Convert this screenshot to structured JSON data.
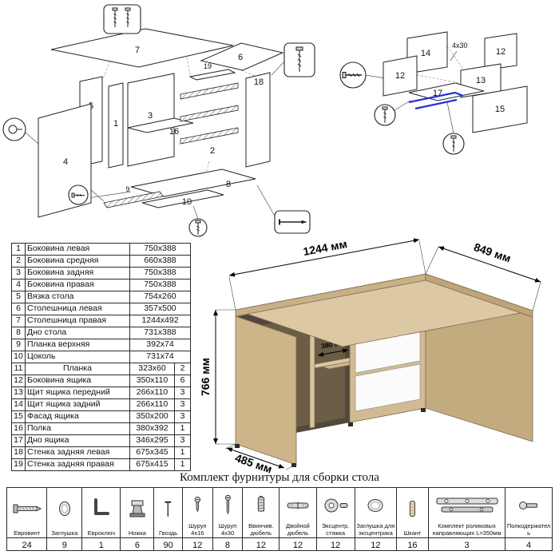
{
  "exploded_left": {
    "labels": {
      "p1": "1",
      "p2": "2",
      "p3": "3",
      "p4": "4",
      "p5": "5",
      "p6": "6",
      "p7": "7",
      "p8": "8",
      "p9": "9",
      "p10": "10",
      "p16": "16",
      "p18": "18",
      "p19": "19"
    }
  },
  "exploded_right": {
    "labels": {
      "p14": "14",
      "p12a": "12",
      "p12b": "12",
      "p13": "13",
      "p17": "17",
      "p15": "15"
    },
    "screw_size": "4x30"
  },
  "parts": {
    "rows": [
      {
        "n": "1",
        "name": "Боковина левая",
        "size": "750x388"
      },
      {
        "n": "2",
        "name": "Боковина средняя",
        "size": "660x388"
      },
      {
        "n": "3",
        "name": "Боковина задняя",
        "size": "750x388"
      },
      {
        "n": "4",
        "name": "Боковина правая",
        "size": "750x388"
      },
      {
        "n": "5",
        "name": "Вязка стола",
        "size": "754x260"
      },
      {
        "n": "6",
        "name": "Столешница левая",
        "size": "357x500"
      },
      {
        "n": "7",
        "name": "Столешница правая",
        "size": "1244x492"
      },
      {
        "n": "8",
        "name": "Дно стола",
        "size": "731x388"
      },
      {
        "n": "9",
        "name": "Планка верхняя",
        "size": "392x74"
      },
      {
        "n": "10",
        "name": "Цоколь",
        "size": "731x74"
      },
      {
        "n": "11",
        "name": "Планка",
        "size": "323x60",
        "qty": "2"
      },
      {
        "n": "12",
        "name": "Боковина ящика",
        "size": "350x110",
        "qty": "6"
      },
      {
        "n": "13",
        "name": "Щит ящика передний",
        "size": "266x110",
        "qty": "3"
      },
      {
        "n": "14",
        "name": "Щит ящика задний",
        "size": "266x110",
        "qty": "3"
      },
      {
        "n": "15",
        "name": "Фасад ящика",
        "size": "350x200",
        "qty": "3"
      },
      {
        "n": "16",
        "name": "Полка",
        "size": "380x392",
        "qty": "1"
      },
      {
        "n": "17",
        "name": "Дно ящика",
        "size": "346x295",
        "qty": "3"
      },
      {
        "n": "18",
        "name": "Стенка задняя левая",
        "size": "675x345",
        "qty": "1"
      },
      {
        "n": "19",
        "name": "Стенка задняя правая",
        "size": "675x415",
        "qty": "1"
      }
    ]
  },
  "desk": {
    "dims": {
      "width": "1244 мм",
      "depth": "849 мм",
      "height": "766 мм",
      "shelf": "380 мм",
      "left_depth": "485 мм"
    }
  },
  "hardware": {
    "title": "Комплект фурнитуры для сборки стола",
    "items": [
      {
        "name": "Евровинт",
        "qty": "24",
        "icon": "confirmat-screw-icon"
      },
      {
        "name": "Заглушка",
        "qty": "9",
        "icon": "cap-icon"
      },
      {
        "name": "Евроключ",
        "qty": "1",
        "icon": "hex-key-icon"
      },
      {
        "name": "Ножка",
        "qty": "6",
        "icon": "leg-icon"
      },
      {
        "name": "Гвоздь",
        "qty": "90",
        "icon": "nail-icon"
      },
      {
        "name": "Шуруп 4x16",
        "qty": "12",
        "icon": "screw-4x16-icon"
      },
      {
        "name": "Шуруп 4x30",
        "qty": "8",
        "icon": "screw-4x30-icon"
      },
      {
        "name": "Ввинчив. дюбель",
        "qty": "12",
        "icon": "screw-in-dowel-icon"
      },
      {
        "name": "Двойной дюбель",
        "qty": "12",
        "icon": "double-dowel-icon"
      },
      {
        "name": "Эксцентр. стяжка",
        "qty": "12",
        "icon": "cam-lock-icon"
      },
      {
        "name": "Заглушка для эксцентрика",
        "qty": "12",
        "icon": "cam-cap-icon"
      },
      {
        "name": "Шкант",
        "qty": "16",
        "icon": "wooden-dowel-icon"
      },
      {
        "name": "Комплект роликовых направляющих L=350мм",
        "qty": "3",
        "icon": "drawer-slide-icon"
      },
      {
        "name": "Полкодержатель",
        "qty": "4",
        "icon": "shelf-pin-icon"
      }
    ]
  }
}
